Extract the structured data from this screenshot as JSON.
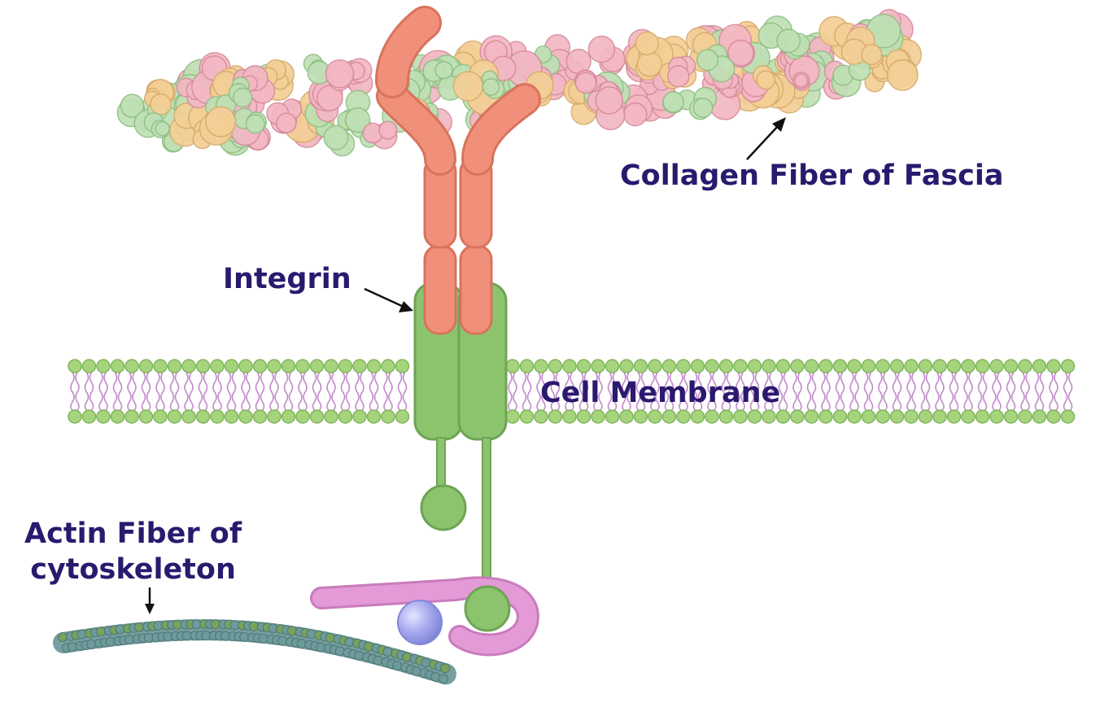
{
  "labels": {
    "collagen": "Collagen Fiber of Fascia",
    "integrin": "Integrin",
    "membrane": "Cell Membrane",
    "actin_line1": "Actin Fiber of",
    "actin_line2": "cytoskeleton"
  },
  "colors": {
    "label_text": "#2a1a6e",
    "collagen_pink": "#f3b8c4",
    "collagen_green": "#bfe0b4",
    "collagen_yellow": "#f4cf96",
    "integrin_orange": "#f0907a",
    "integrin_green": "#8cc46e",
    "lipid_head_green": "#a6d47c",
    "lipid_tail_purple": "#c38ccc",
    "actin_teal": "#5f8e8f",
    "actin_green": "#79a35a",
    "adaptor_pink": "#e39ad6",
    "adaptor_sphere": "#a5a8ee"
  }
}
